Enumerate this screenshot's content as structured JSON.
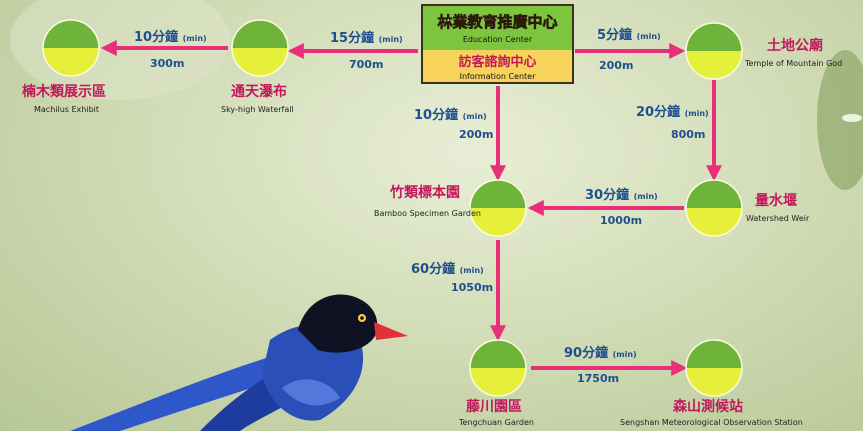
{
  "center": {
    "title_zh": "林業教育推廣中心",
    "title_en": "Education Center",
    "info_zh": "訪客諮詢中心",
    "info_en": "Information Center"
  },
  "nodes": {
    "machilus": {
      "zh": "楠木類展示區",
      "en": "Machilus Exhibit"
    },
    "waterfall": {
      "zh": "通天瀑布",
      "en": "Sky-high Waterfall"
    },
    "temple": {
      "zh": "土地公廟",
      "en": "Temple of Mountain God"
    },
    "bamboo": {
      "zh": "竹類標本園",
      "en": "Bamboo Specimen Garden"
    },
    "weir": {
      "zh": "量水堰",
      "en": "Watershed Weir"
    },
    "tengchuan": {
      "zh": "藤川園區",
      "en": "Tengchuan Garden"
    },
    "sengshan": {
      "zh": "森山測候站",
      "en": "Sengshan Meteorological Observation Station"
    }
  },
  "routes": {
    "waterfall_machilus": {
      "time": "10分鐘",
      "unit": "(min)",
      "dist": "300m"
    },
    "center_waterfall": {
      "time": "15分鐘",
      "unit": "(min)",
      "dist": "700m"
    },
    "center_temple": {
      "time": "5分鐘",
      "unit": "(min)",
      "dist": "200m"
    },
    "center_bamboo": {
      "time": "10分鐘",
      "unit": "(min)",
      "dist": "200m"
    },
    "temple_weir": {
      "time": "20分鐘",
      "unit": "(min)",
      "dist": "800m"
    },
    "weir_bamboo": {
      "time": "30分鐘",
      "unit": "(min)",
      "dist": "1000m"
    },
    "bamboo_tengchuan": {
      "time": "60分鐘",
      "unit": "(min)",
      "dist": "1050m"
    },
    "tengchuan_sengshan": {
      "time": "90分鐘",
      "unit": "(min)",
      "dist": "1750m"
    }
  },
  "colors": {
    "arrow": "#e8307a",
    "node_top": "#6fb43a",
    "node_bottom": "#e6ef3a",
    "label_zh": "#c2185b",
    "label_num": "#1f4f8f"
  }
}
